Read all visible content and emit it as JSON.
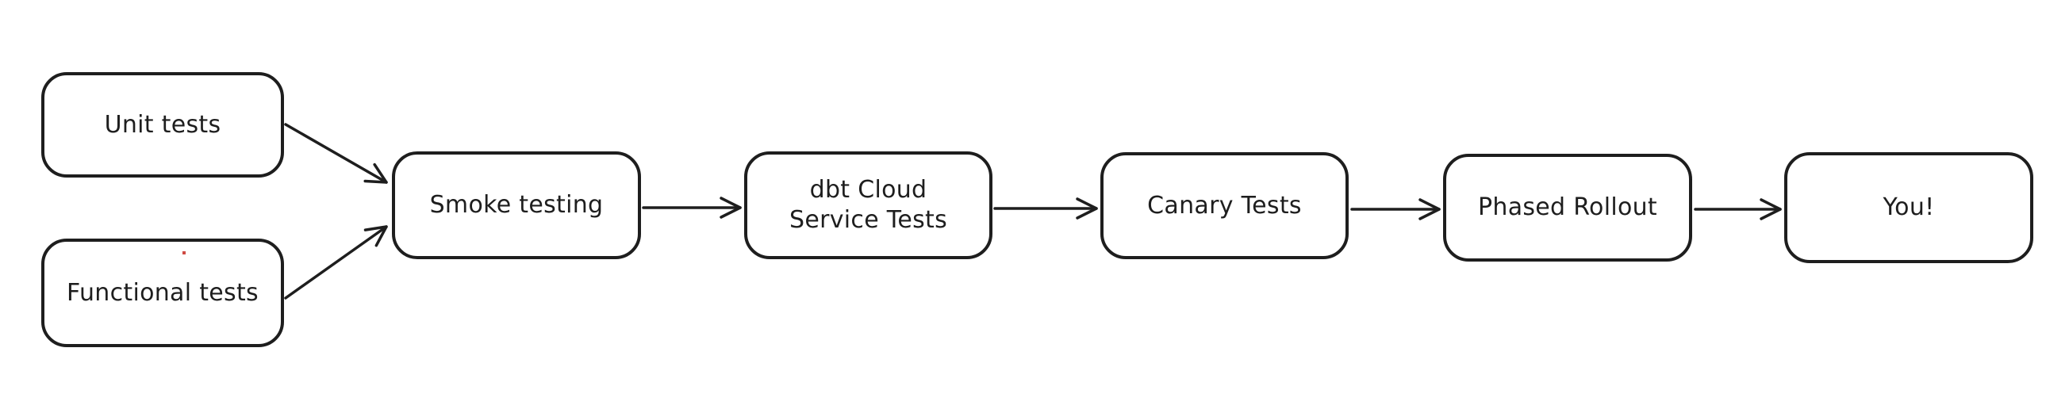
{
  "diagram": {
    "type": "flowchart",
    "style": "hand-drawn (Excalidraw-like)",
    "colors": {
      "background": "#ffffff",
      "stroke": "#1e1e1e",
      "node_fill": "#ffffff",
      "artifact_red_dot": "#cf4a43"
    },
    "nodes": [
      {
        "id": "unit-tests",
        "label": "Unit tests"
      },
      {
        "id": "functional-tests",
        "label": "Functional tests"
      },
      {
        "id": "smoke-testing",
        "label": "Smoke testing"
      },
      {
        "id": "dbt-cloud-service-tests",
        "label": "dbt Cloud\nService Tests"
      },
      {
        "id": "canary-tests",
        "label": "Canary Tests"
      },
      {
        "id": "phased-rollout",
        "label": "Phased Rollout"
      },
      {
        "id": "you",
        "label": "You!"
      }
    ],
    "edges": [
      {
        "from": "Unit tests",
        "to": "Smoke testing",
        "arrowhead": "end"
      },
      {
        "from": "Functional tests",
        "to": "Smoke testing",
        "arrowhead": "end"
      },
      {
        "from": "Smoke testing",
        "to": "dbt Cloud Service Tests",
        "arrowhead": "end"
      },
      {
        "from": "dbt Cloud Service Tests",
        "to": "Canary Tests",
        "arrowhead": "end"
      },
      {
        "from": "Canary Tests",
        "to": "Phased Rollout",
        "arrowhead": "end"
      },
      {
        "from": "Phased Rollout",
        "to": "You!",
        "arrowhead": "end"
      }
    ],
    "artifact_note": "tiny red dot inside Functional tests box"
  }
}
